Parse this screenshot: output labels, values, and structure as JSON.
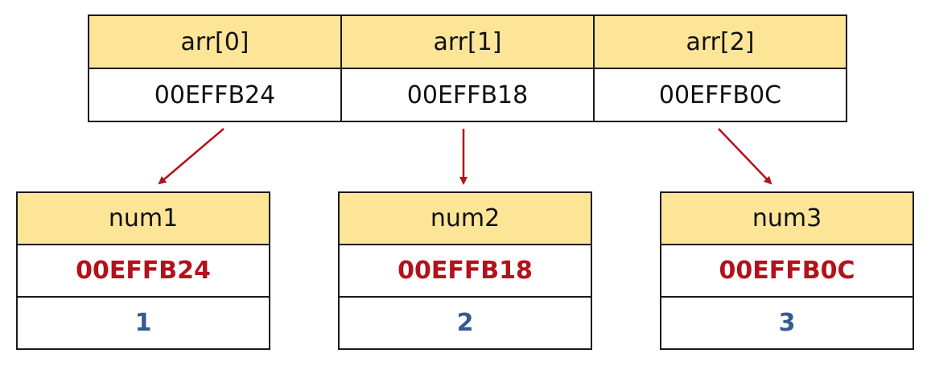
{
  "colors": {
    "header_fill": "#fde598",
    "address_text": "#b3121b",
    "value_text": "#355b92",
    "arrow": "#b3121b",
    "border": "#1a1a1a"
  },
  "arr": {
    "headers": [
      "arr[0]",
      "arr[1]",
      "arr[2]"
    ],
    "values": [
      "00EFFB24",
      "00EFFB18",
      "00EFFB0C"
    ]
  },
  "vars": [
    {
      "name": "num1",
      "address": "00EFFB24",
      "value": "1"
    },
    {
      "name": "num2",
      "address": "00EFFB18",
      "value": "2"
    },
    {
      "name": "num3",
      "address": "00EFFB0C",
      "value": "3"
    }
  ]
}
